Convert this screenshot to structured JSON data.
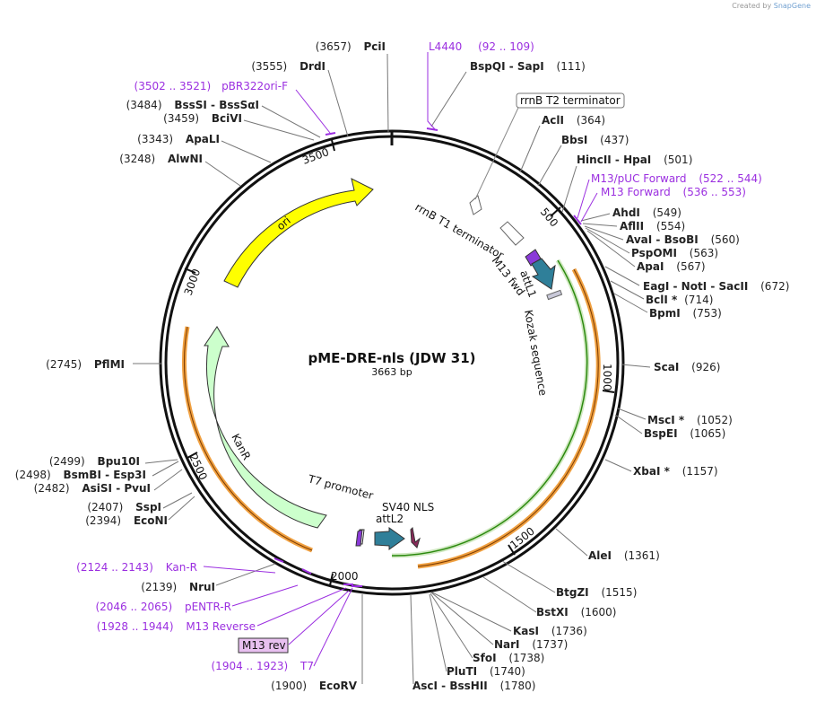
{
  "credit": {
    "prefix": "Created by",
    "brand": "SnapGene"
  },
  "plasmid": {
    "name": "pME-DRE-nls (JDW 31)",
    "length": "3663 bp"
  },
  "ticks": [
    "500",
    "1000",
    "1500",
    "2000",
    "2500",
    "3000",
    "3500"
  ],
  "sites": [
    {
      "name": "PciI",
      "pos": "(3657)"
    },
    {
      "name": "DrdI",
      "pos": "(3555)"
    },
    {
      "name": "BssSI - BssSαI",
      "pos": "(3484)"
    },
    {
      "name": "BciVI",
      "pos": "(3459)"
    },
    {
      "name": "ApaLI",
      "pos": "(3343)"
    },
    {
      "name": "AlwNI",
      "pos": "(3248)"
    },
    {
      "name": "BspQI - SapI",
      "pos": "(111)"
    },
    {
      "name": "AclI",
      "pos": "(364)"
    },
    {
      "name": "BbsI",
      "pos": "(437)"
    },
    {
      "name": "HincII - HpaI",
      "pos": "(501)"
    },
    {
      "name": "AhdI",
      "pos": "(549)"
    },
    {
      "name": "AflII",
      "pos": "(554)"
    },
    {
      "name": "AvaI - BsoBI",
      "pos": "(560)"
    },
    {
      "name": "PspOMI",
      "pos": "(563)"
    },
    {
      "name": "ApaI",
      "pos": "(567)"
    },
    {
      "name": "EagI - NotI - SacII",
      "pos": "(672)"
    },
    {
      "name": "BclI *",
      "pos": "(714)"
    },
    {
      "name": "BpmI",
      "pos": "(753)"
    },
    {
      "name": "ScaI",
      "pos": "(926)"
    },
    {
      "name": "MscI *",
      "pos": "(1052)"
    },
    {
      "name": "BspEI",
      "pos": "(1065)"
    },
    {
      "name": "XbaI *",
      "pos": "(1157)"
    },
    {
      "name": "AleI",
      "pos": "(1361)"
    },
    {
      "name": "BtgZI",
      "pos": "(1515)"
    },
    {
      "name": "BstXI",
      "pos": "(1600)"
    },
    {
      "name": "KasI",
      "pos": "(1736)"
    },
    {
      "name": "NarI",
      "pos": "(1737)"
    },
    {
      "name": "SfoI",
      "pos": "(1738)"
    },
    {
      "name": "PluTI",
      "pos": "(1740)"
    },
    {
      "name": "AscI - BssHII",
      "pos": "(1780)"
    },
    {
      "name": "EcoRV",
      "pos": "(1900)"
    },
    {
      "name": "PflMI",
      "pos": "(2745)"
    },
    {
      "name": "Bpu10I",
      "pos": "(2499)"
    },
    {
      "name": "BsmBI - Esp3I",
      "pos": "(2498)"
    },
    {
      "name": "AsiSI - PvuI",
      "pos": "(2482)"
    },
    {
      "name": "SspI",
      "pos": "(2407)"
    },
    {
      "name": "EcoNI",
      "pos": "(2394)"
    },
    {
      "name": "NruI",
      "pos": "(2139)"
    }
  ],
  "primers": [
    {
      "name": "L4440",
      "range": "(92 .. 109)"
    },
    {
      "name": "pBR322ori-F",
      "range": "(3502 .. 3521)"
    },
    {
      "name": "M13/pUC Forward",
      "range": "(522 .. 544)"
    },
    {
      "name": "M13 Forward",
      "range": "(536 .. 553)"
    },
    {
      "name": "Kan-R",
      "range": "(2124 .. 2143)"
    },
    {
      "name": "pENTR-R",
      "range": "(2046 .. 2065)"
    },
    {
      "name": "M13 Reverse",
      "range": "(1928 .. 1944)"
    },
    {
      "name": "T7",
      "range": "(1904 .. 1923)"
    }
  ],
  "features": {
    "rrnb_t2": "rrnB T2 terminator",
    "rrnb_t1": "rrnB T1 terminator",
    "ori": "ori",
    "kanr": "KanR",
    "m13_fwd": "M13 fwd",
    "attl1": "attL1",
    "kozak": "Kozak sequence",
    "t7_promoter": "T7 promoter",
    "sv40_nls": "SV40 NLS",
    "attl2": "attL2",
    "m13_rev": "M13 rev"
  },
  "colors": {
    "backbone": "#111111",
    "primer": "#9b2fe0",
    "ori": "#ffff00",
    "kanr": "#ccffcc",
    "cds_outline": "#2c8a0f",
    "orange": "#f0a040",
    "att": "#2f7f99",
    "m13": "#8a3ad8",
    "sv40": "#8a2a5a"
  }
}
